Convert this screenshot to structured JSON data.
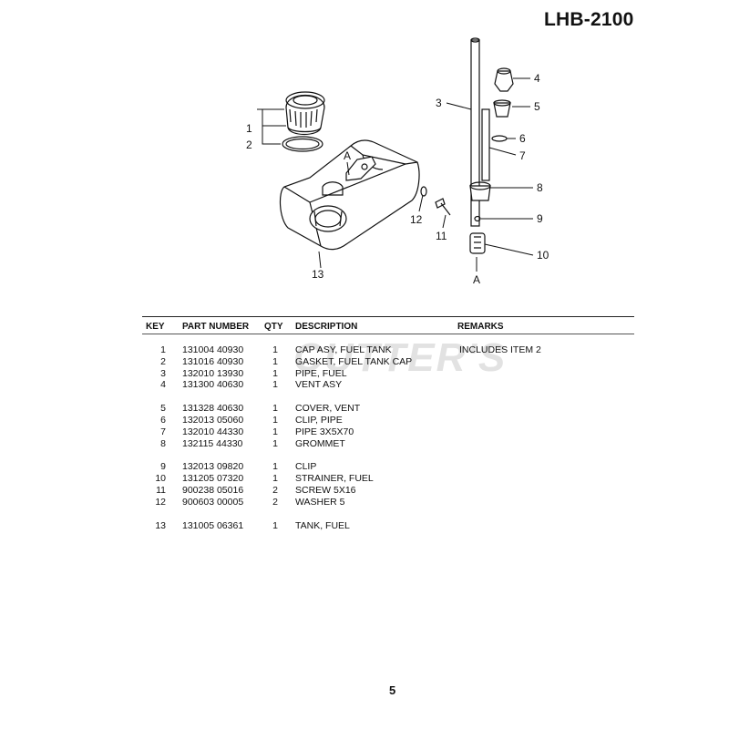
{
  "document": {
    "model_title": "LHB-2100",
    "watermark": "CUTTER'S",
    "page_number": "5"
  },
  "diagram": {
    "callouts": [
      "1",
      "2",
      "A",
      "3",
      "4",
      "5",
      "6",
      "7",
      "8",
      "9",
      "10",
      "11",
      "12",
      "13",
      "A"
    ]
  },
  "table": {
    "headers": {
      "key": "KEY",
      "part_number": "PART NUMBER",
      "qty": "QTY",
      "description": "DESCRIPTION",
      "remarks": "REMARKS"
    },
    "rows": [
      {
        "key": "1",
        "part_number": "131004 40930",
        "qty": "1",
        "description": "CAP ASY, FUEL TANK",
        "remarks": "INCLUDES ITEM 2"
      },
      {
        "key": "2",
        "part_number": "131016 40930",
        "qty": "1",
        "description": "GASKET, FUEL TANK CAP",
        "remarks": ""
      },
      {
        "key": "3",
        "part_number": "132010 13930",
        "qty": "1",
        "description": "PIPE, FUEL",
        "remarks": ""
      },
      {
        "key": "4",
        "part_number": "131300 40630",
        "qty": "1",
        "description": "VENT ASY",
        "remarks": ""
      },
      {
        "key": "5",
        "part_number": "131328 40630",
        "qty": "1",
        "description": "COVER, VENT",
        "remarks": ""
      },
      {
        "key": "6",
        "part_number": "132013 05060",
        "qty": "1",
        "description": "CLIP, PIPE",
        "remarks": ""
      },
      {
        "key": "7",
        "part_number": "132010 44330",
        "qty": "1",
        "description": "PIPE  3X5X70",
        "remarks": ""
      },
      {
        "key": "8",
        "part_number": "132115 44330",
        "qty": "1",
        "description": "GROMMET",
        "remarks": ""
      },
      {
        "key": "9",
        "part_number": "132013 09820",
        "qty": "1",
        "description": "CLIP",
        "remarks": ""
      },
      {
        "key": "10",
        "part_number": "131205 07320",
        "qty": "1",
        "description": "STRAINER, FUEL",
        "remarks": ""
      },
      {
        "key": "11",
        "part_number": "900238 05016",
        "qty": "2",
        "description": "SCREW  5X16",
        "remarks": ""
      },
      {
        "key": "12",
        "part_number": "900603 00005",
        "qty": "2",
        "description": "WASHER  5",
        "remarks": ""
      },
      {
        "key": "13",
        "part_number": "131005 06361",
        "qty": "1",
        "description": "TANK, FUEL",
        "remarks": ""
      }
    ]
  }
}
